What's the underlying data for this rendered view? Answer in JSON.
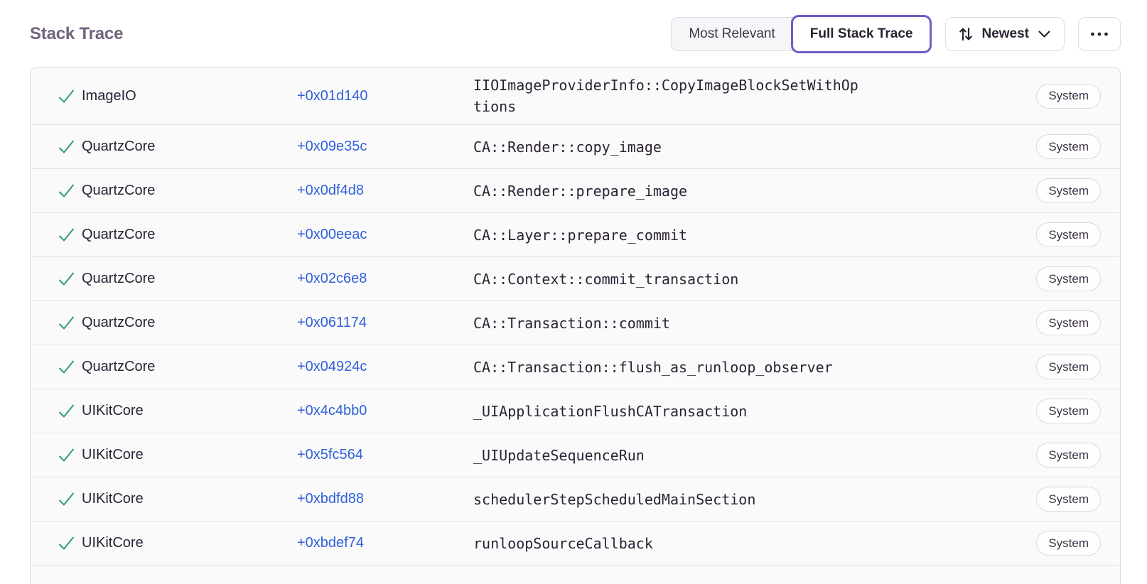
{
  "header": {
    "title": "Stack Trace",
    "segmented": {
      "options": [
        {
          "label": "Most Relevant",
          "active": false
        },
        {
          "label": "Full Stack Trace",
          "active": true
        }
      ]
    },
    "sort_button": {
      "label": "Newest"
    },
    "more_button": {
      "label": "more-options"
    }
  },
  "colors": {
    "accent_purple": "#6a5fc8",
    "title_gray_purple": "#71637e",
    "address_blue": "#3060da",
    "check_green": "#2f9e77",
    "row_background": "#fafafb",
    "border": "#dcdae3",
    "text_dark": "#2b2233"
  },
  "frames": [
    {
      "module": "ImageIO",
      "address": "+0x01d140",
      "function": "IIOImageProviderInfo::CopyImageBlockSetWithOptions",
      "tag": "System"
    },
    {
      "module": "QuartzCore",
      "address": "+0x09e35c",
      "function": "CA::Render::copy_image",
      "tag": "System"
    },
    {
      "module": "QuartzCore",
      "address": "+0x0df4d8",
      "function": "CA::Render::prepare_image",
      "tag": "System"
    },
    {
      "module": "QuartzCore",
      "address": "+0x00eeac",
      "function": "CA::Layer::prepare_commit",
      "tag": "System"
    },
    {
      "module": "QuartzCore",
      "address": "+0x02c6e8",
      "function": "CA::Context::commit_transaction",
      "tag": "System"
    },
    {
      "module": "QuartzCore",
      "address": "+0x061174",
      "function": "CA::Transaction::commit",
      "tag": "System"
    },
    {
      "module": "QuartzCore",
      "address": "+0x04924c",
      "function": "CA::Transaction::flush_as_runloop_observer",
      "tag": "System"
    },
    {
      "module": "UIKitCore",
      "address": "+0x4c4bb0",
      "function": "_UIApplicationFlushCATransaction",
      "tag": "System"
    },
    {
      "module": "UIKitCore",
      "address": "+0x5fc564",
      "function": "_UIUpdateSequenceRun",
      "tag": "System"
    },
    {
      "module": "UIKitCore",
      "address": "+0xbdfd88",
      "function": "schedulerStepScheduledMainSection",
      "tag": "System"
    },
    {
      "module": "UIKitCore",
      "address": "+0xbdef74",
      "function": "runloopSourceCallback",
      "tag": "System"
    }
  ]
}
